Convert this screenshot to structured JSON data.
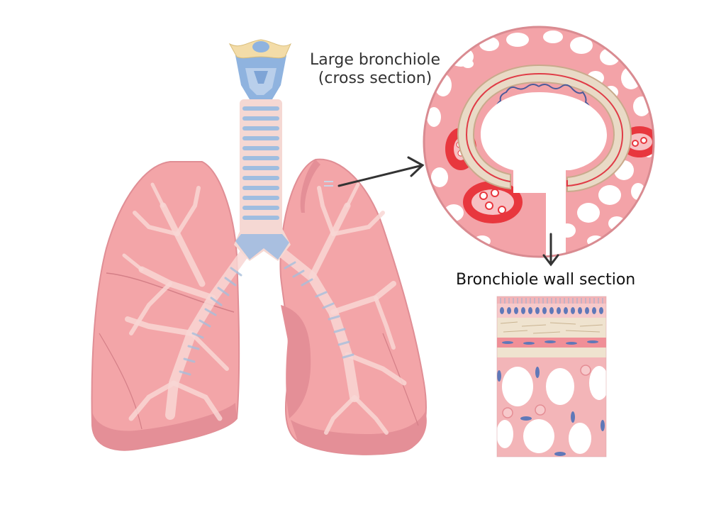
{
  "labels": {
    "large_bronchiole_line1": "Large bronchiole",
    "large_bronchiole_line2": "(cross section)",
    "bronchiole_wall": "Bronchiole wall section"
  },
  "colors": {
    "lung": "#f1a1a4",
    "lung_dark": "#dd8890",
    "bronchi": "#f7d4d0",
    "cartilage": "#a7bfdc",
    "trachea_blue": "#8fb3df",
    "tissue_red": "#e8373e",
    "background": "#ffffff"
  }
}
